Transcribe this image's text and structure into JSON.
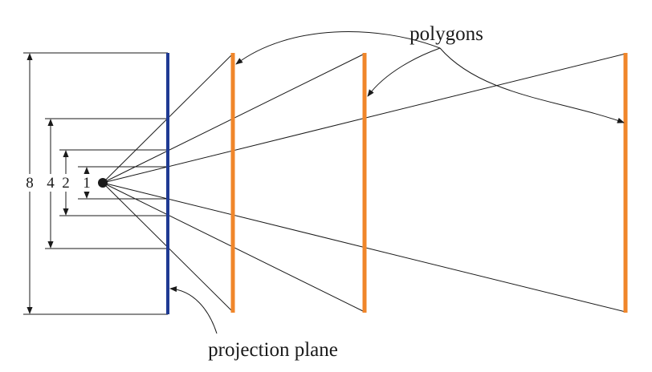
{
  "labels": {
    "polygons": "polygons",
    "projection_plane": "projection plane"
  },
  "dimensions": [
    "8",
    "4",
    "2",
    "1"
  ],
  "colors": {
    "plane": "#1f3a93",
    "polygon": "#f0862a",
    "ink": "#1a1a1a"
  }
}
